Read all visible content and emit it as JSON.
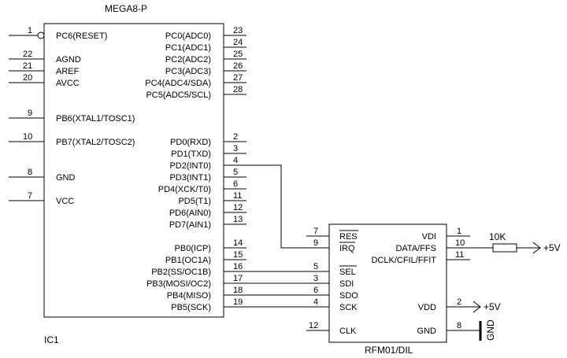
{
  "ic1": {
    "part": "MEGA8-P",
    "ref": "IC1",
    "left_pins": [
      {
        "num": "1",
        "name": "PC6(RESET)"
      },
      {
        "num": "22",
        "name": "AGND"
      },
      {
        "num": "21",
        "name": "AREF"
      },
      {
        "num": "20",
        "name": "AVCC"
      },
      {
        "num": "9",
        "name": "PB6(XTAL1/TOSC1)"
      },
      {
        "num": "10",
        "name": "PB7(XTAL2/TOSC2)"
      },
      {
        "num": "8",
        "name": "GND"
      },
      {
        "num": "7",
        "name": "VCC"
      }
    ],
    "right_pins": [
      {
        "num": "23",
        "name": "PC0(ADC0)"
      },
      {
        "num": "24",
        "name": "PC1(ADC1)"
      },
      {
        "num": "25",
        "name": "PC2(ADC2)"
      },
      {
        "num": "26",
        "name": "PC3(ADC3)"
      },
      {
        "num": "27",
        "name": "PC4(ADC4/SDA)"
      },
      {
        "num": "28",
        "name": "PC5(ADC5/SCL)"
      },
      {
        "num": "2",
        "name": "PD0(RXD)"
      },
      {
        "num": "3",
        "name": "PD1(TXD)"
      },
      {
        "num": "4",
        "name": "PD2(INT0)"
      },
      {
        "num": "5",
        "name": "PD3(INT1)"
      },
      {
        "num": "6",
        "name": "PD4(XCK/T0)"
      },
      {
        "num": "11",
        "name": "PD5(T1)"
      },
      {
        "num": "12",
        "name": "PD6(AIN0)"
      },
      {
        "num": "13",
        "name": "PD7(AIN1)"
      },
      {
        "num": "14",
        "name": "PB0(ICP)"
      },
      {
        "num": "15",
        "name": "PB1(OC1A)"
      },
      {
        "num": "16",
        "name": "PB2(SS/OC1B)"
      },
      {
        "num": "17",
        "name": "PB3(MOSI/OC2)"
      },
      {
        "num": "18",
        "name": "PB4(MISO)"
      },
      {
        "num": "19",
        "name": "PB5(SCK)"
      }
    ]
  },
  "rfm": {
    "part": "RFM01/DIL",
    "left_pins": [
      {
        "num": "7",
        "name": "RES"
      },
      {
        "num": "9",
        "name": "IRQ"
      },
      {
        "num": "5",
        "name": "SEL"
      },
      {
        "num": "3",
        "name": "SDI"
      },
      {
        "num": "6",
        "name": "SDO"
      },
      {
        "num": "4",
        "name": "SCK"
      },
      {
        "num": "12",
        "name": "CLK"
      }
    ],
    "right_pins": [
      {
        "num": "1",
        "name": "VDI"
      },
      {
        "num": "10",
        "name": "DATA/FFS"
      },
      {
        "num": "11",
        "name": "DCLK/CFIL/FFIT"
      },
      {
        "num": "2",
        "name": "VDD"
      },
      {
        "num": "8",
        "name": "GND"
      }
    ]
  },
  "resistor": {
    "value": "10K"
  },
  "power": {
    "vcc1": "+5V",
    "vcc2": "+5V",
    "gnd": "GND"
  }
}
